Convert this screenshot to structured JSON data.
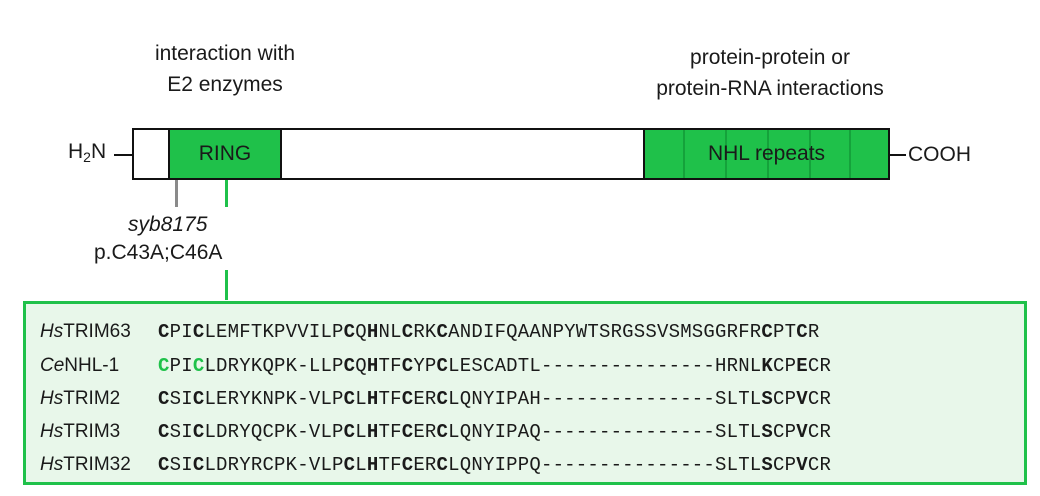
{
  "annotations": {
    "left": [
      "interaction with",
      "E2 enzymes"
    ],
    "right": [
      "protein-protein or",
      "protein-RNA interactions"
    ]
  },
  "domains": {
    "n_terminus": "H",
    "n_terminus_sub": "2",
    "n_terminus_tail": "N",
    "ring": "RING",
    "nhl": "NHL repeats",
    "c_terminus": "COOH"
  },
  "allele": {
    "name": "syb8175",
    "mutation": "p.C43A;C46A"
  },
  "colors": {
    "domain_green": "#1fc14a",
    "alignment_bg": "#e8f7ea",
    "mutated_residue": "#1fc14a"
  },
  "alignment": [
    {
      "prefix": "Hs",
      "name": "TRIM63",
      "sequence": "CPICLEMFTKPVVILPCQHNLCRKCANDIFQAANPYWTSRGSSVSMSGGRFRCPTCR"
    },
    {
      "prefix": "Ce",
      "name": "NHL-1",
      "sequence": "CPICLDRYKQPK-LLPCQHTFCYPCLESCADTL---------------HRNLKCPECR"
    },
    {
      "prefix": "Hs",
      "name": "TRIM2",
      "sequence": "CSICLERYKNPK-VLPCLHTFCERCLQNYIPAH---------------SLTLSCPVCR"
    },
    {
      "prefix": "Hs",
      "name": "TRIM3",
      "sequence": "CSICLDRYQCPK-VLPCLHTFCERCLQNYIPAQ---------------SLTLSCPVCR"
    },
    {
      "prefix": "Hs",
      "name": "TRIM32",
      "sequence": "CSICLDRYRCPK-VLPCLHTFCERCLQNYIPPQ---------------SLTLSCPVCR"
    }
  ],
  "conserved_positions": [
    0,
    3,
    16,
    18,
    21,
    24,
    52,
    55
  ],
  "highlight_row": 1,
  "highlight_positions": [
    0,
    3
  ]
}
